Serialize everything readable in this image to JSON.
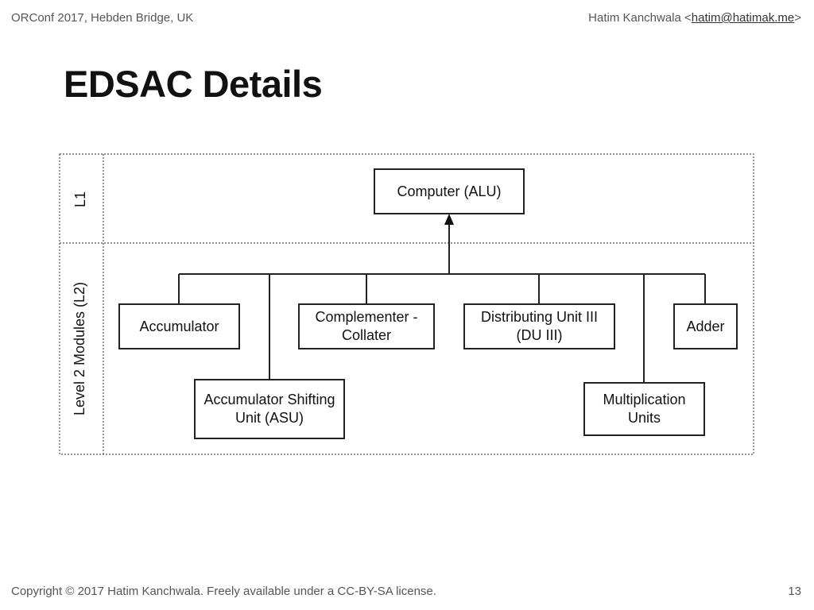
{
  "header": {
    "left": "ORConf 2017, Hebden Bridge, UK",
    "author": "Hatim Kanchwala <",
    "email": "hatim@hatimak.me",
    "author_close": ">"
  },
  "title": "EDSAC Details",
  "diagram": {
    "lanes": {
      "l1": "L1",
      "l2": "Level 2 Modules (L2)"
    },
    "nodes": {
      "computer": "Computer (ALU)",
      "accumulator": "Accumulator",
      "complementer": "Complementer -\nCollater",
      "distributing": "Distributing Unit III\n(DU III)",
      "adder": "Adder",
      "asu": "Accumulator Shifting\nUnit  (ASU)",
      "multiplication": "Multiplication\nUnits"
    }
  },
  "footer": {
    "copyright": "Copyright © 2017 Hatim Kanchwala. Freely available under a CC-BY-SA license.",
    "page_number": "13"
  }
}
